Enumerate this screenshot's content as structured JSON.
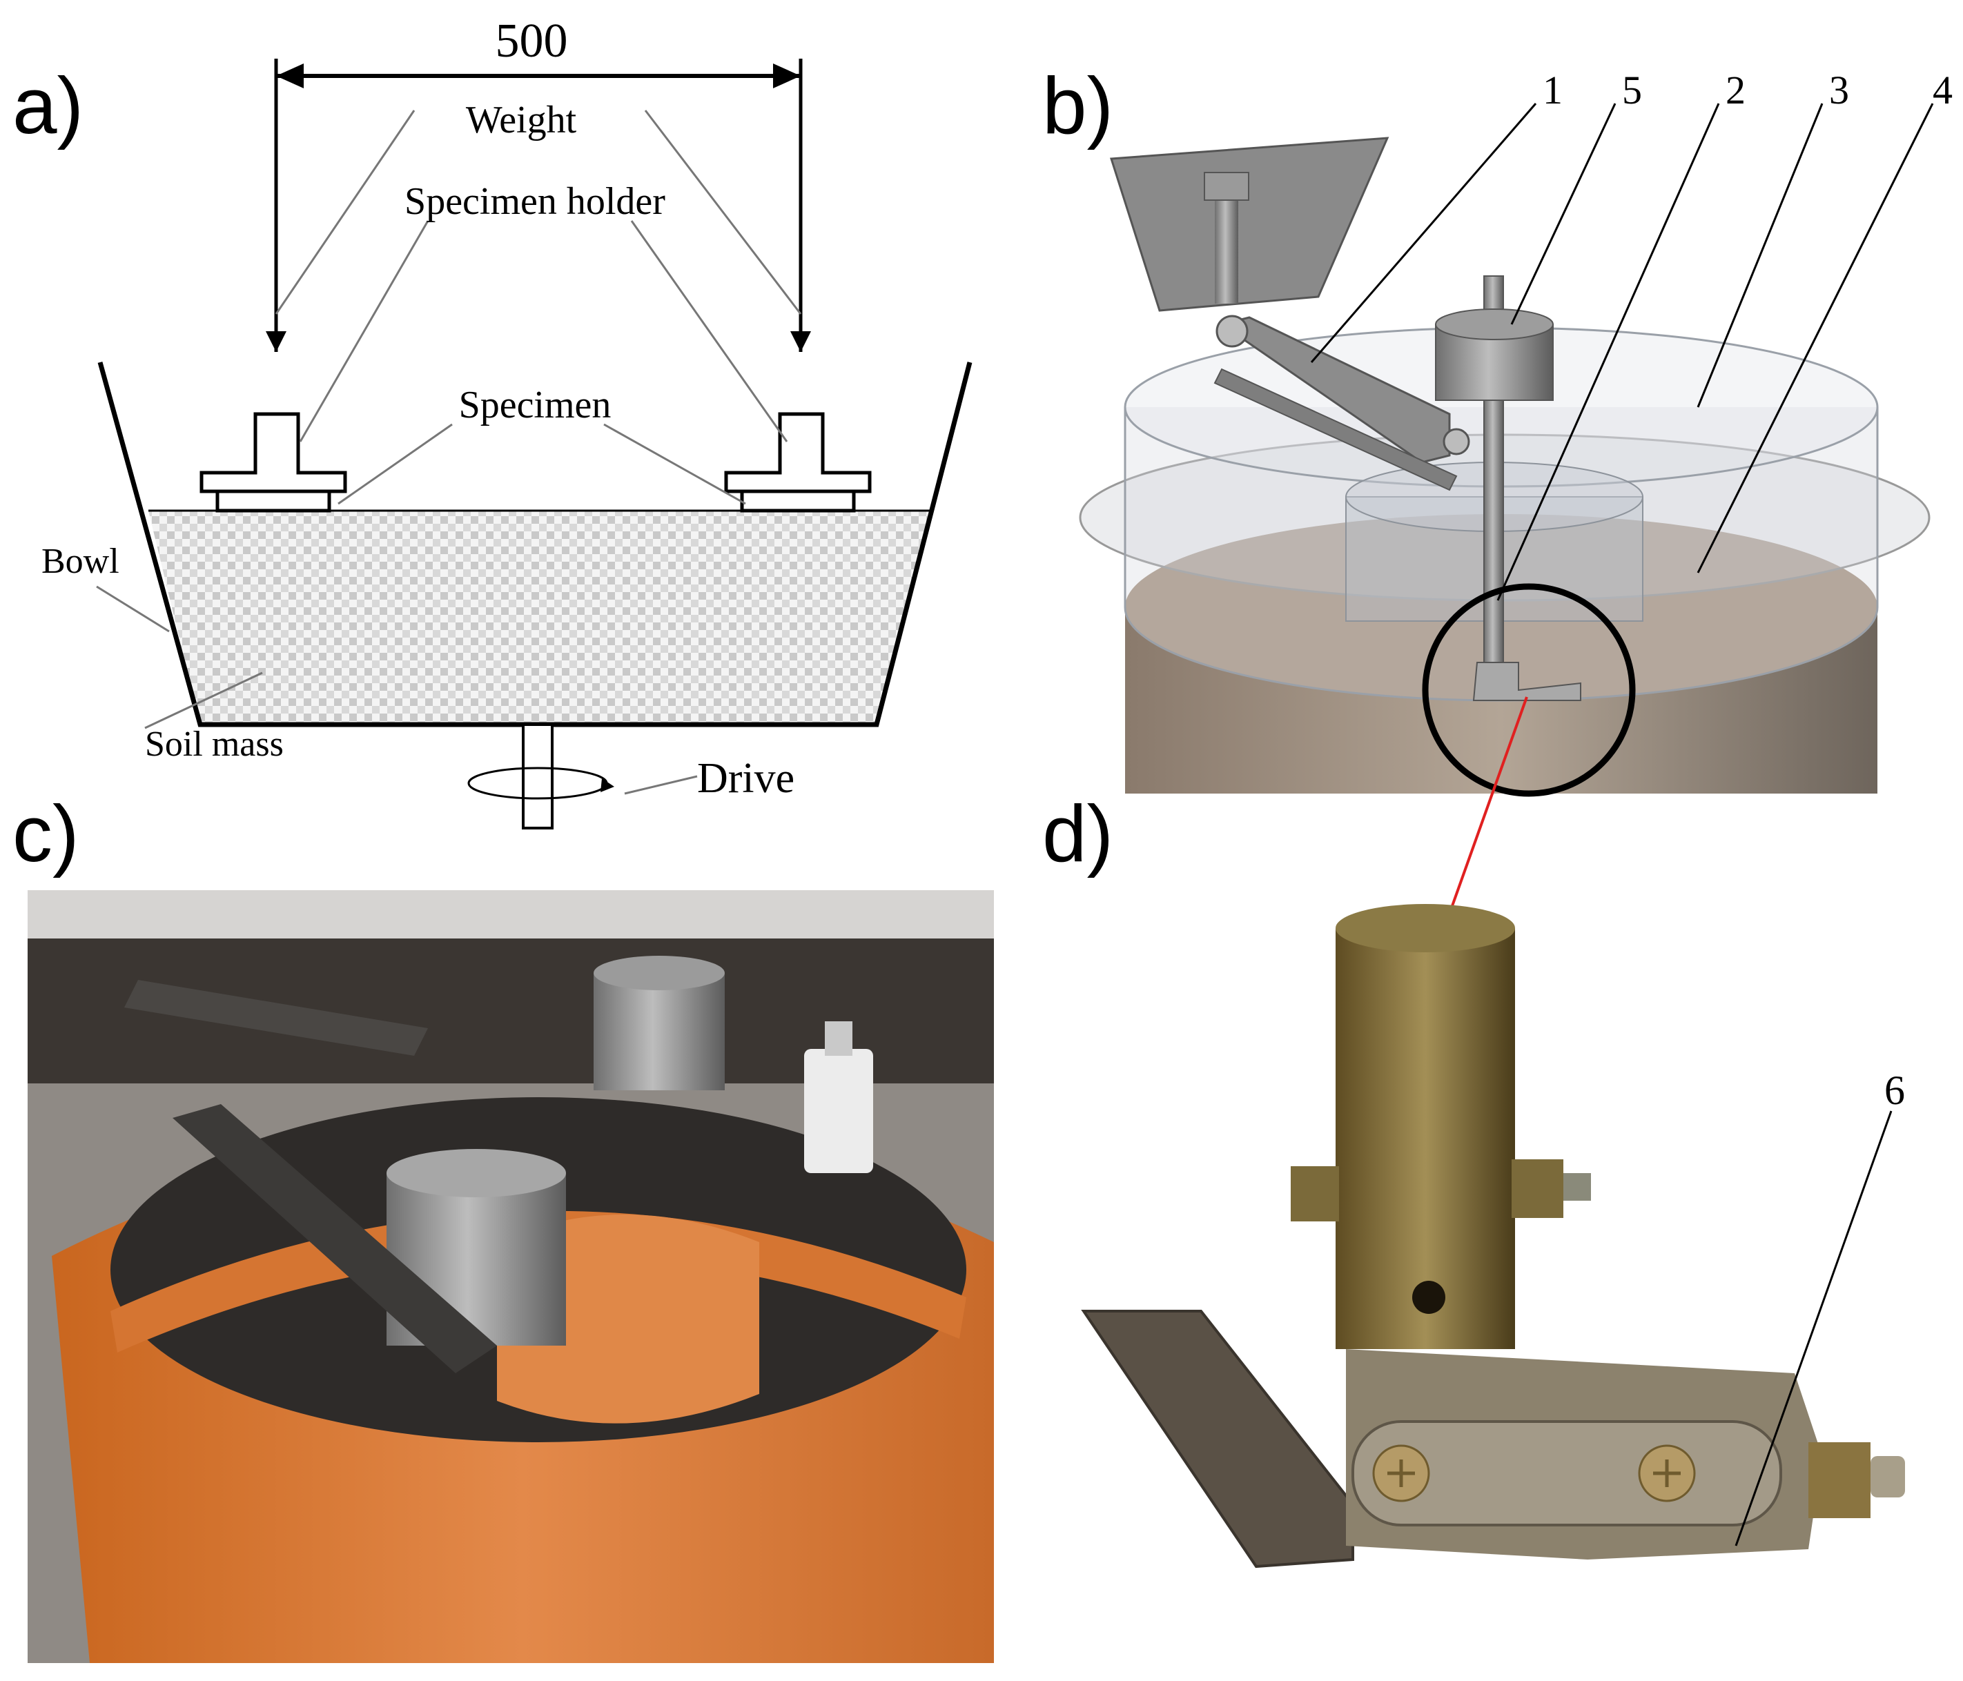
{
  "panels": {
    "a": {
      "label": "a)",
      "dimension": "500",
      "weight": "Weight",
      "specimen_holder": "Specimen holder",
      "specimen": "Specimen",
      "bowl": "Bowl",
      "soil_mass": "Soil mass",
      "drive": "Drive"
    },
    "b": {
      "label": "b)",
      "callouts": [
        "1",
        "5",
        "2",
        "3",
        "4"
      ]
    },
    "c": {
      "label": "c)"
    },
    "d": {
      "label": "d)",
      "callout": "6"
    }
  },
  "colors": {
    "bowl_orange": "#d9782f",
    "soil_brown": "#9a8774",
    "steel_gray": "#8c8c8c",
    "brass": "#8a7540",
    "arrow_red": "#e02020"
  }
}
